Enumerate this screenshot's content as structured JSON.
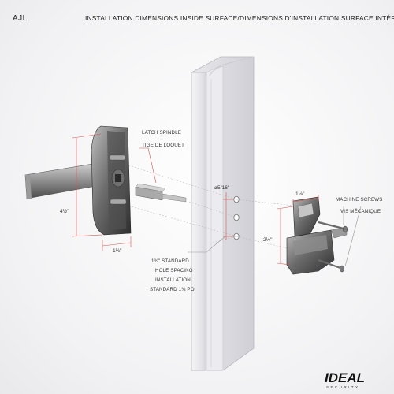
{
  "header": {
    "product_code": "AJL",
    "title": "INSTALLATION DIMENSIONS INSIDE SURFACE/DIMENSIONS D'INSTALLATION SURFACE INTÉRIEURE"
  },
  "labels": {
    "latch_spindle_en": "LATCH SPINDLE",
    "latch_spindle_fr": "TIGE DE LOQUET",
    "machine_screws_en": "MACHINE SCREWS",
    "machine_screws_fr": "VIS MÉCANIQUE",
    "hole_spacing_line1": "1¾\" STANDARD",
    "hole_spacing_line2": "HOLE SPACING",
    "hole_spacing_line3": "INSTALLATION",
    "hole_spacing_line4": "STANDARD 1¾ PO"
  },
  "dimensions": {
    "handle_height": "4½\"",
    "handle_width": "1⅛\"",
    "hole_diameter": "ø5/16\"",
    "catch_width": "1⅛\"",
    "catch_height": "2½\""
  },
  "logo": {
    "brand": "IDEAL",
    "sub": "SECURITY"
  },
  "colors": {
    "dimension_line": "#d9534f",
    "leader_line": "#999999",
    "metal_dark": "#3a3a3a",
    "metal_mid": "#8a8a8a"
  }
}
